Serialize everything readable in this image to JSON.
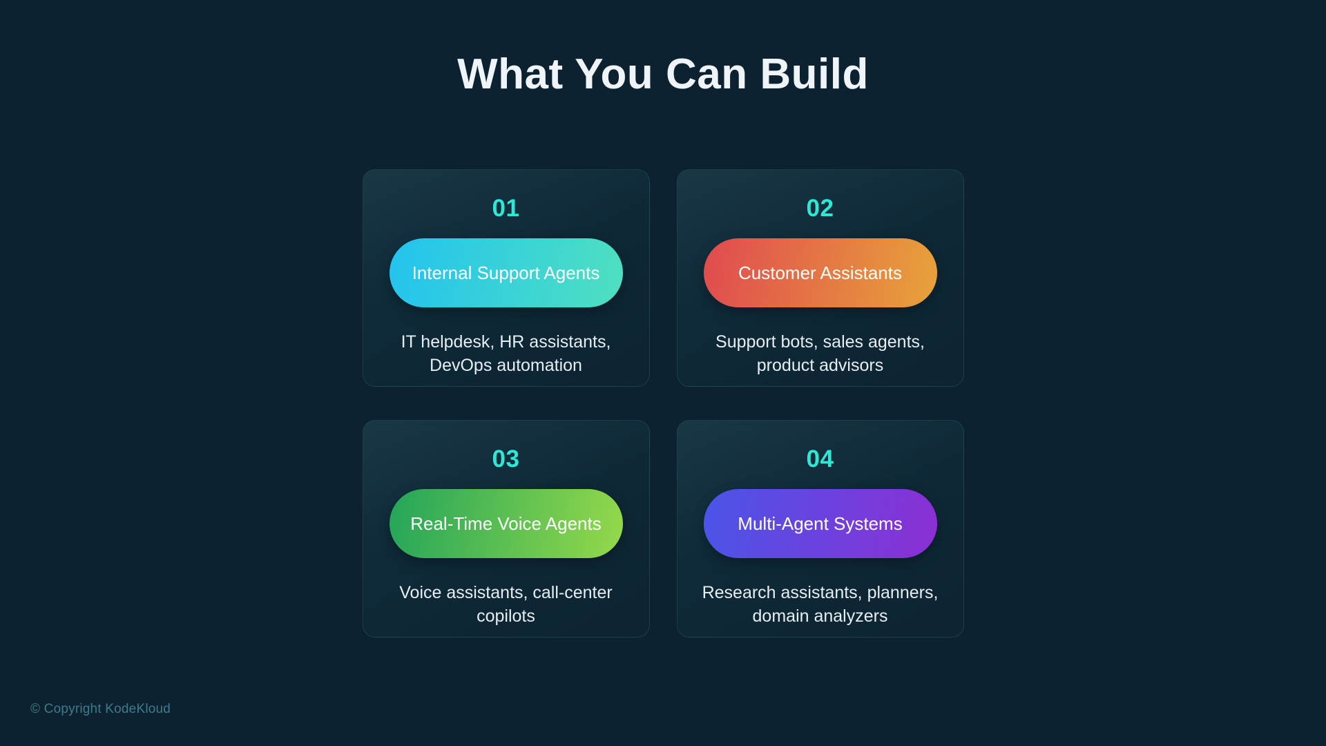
{
  "page": {
    "title": "What You Can Build",
    "background_color": "#0d2230",
    "accent_color": "#2de8d5"
  },
  "cards": [
    {
      "number": "01",
      "pill_label": "Internal Support Agents",
      "description": "IT helpdesk, HR assistants, DevOps automation",
      "gradient_from": "#22c3ef",
      "gradient_to": "#4fe0c0"
    },
    {
      "number": "02",
      "pill_label": "Customer Assistants",
      "description": "Support bots, sales agents, product advisors",
      "gradient_from": "#e04a4f",
      "gradient_to": "#e8a33a"
    },
    {
      "number": "03",
      "pill_label": "Real-Time Voice Agents",
      "description": "Voice assistants, call-center copilots",
      "gradient_from": "#23a55a",
      "gradient_to": "#95d94a"
    },
    {
      "number": "04",
      "pill_label": "Multi-Agent Systems",
      "description": "Research assistants, planners, domain analyzers",
      "gradient_from": "#4a55e8",
      "gradient_to": "#8c2fd4"
    }
  ],
  "footer": {
    "copyright": "© Copyright KodeKloud"
  }
}
